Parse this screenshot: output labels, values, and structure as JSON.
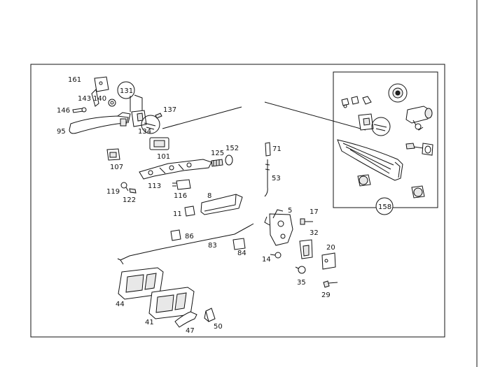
{
  "callouts": {
    "c161": "161",
    "c143": "143",
    "c140": "140",
    "c131": "131",
    "c146": "146",
    "c137": "137",
    "c95": "95",
    "c134": "134",
    "c101": "101",
    "c107": "107",
    "c125": "125",
    "c152": "152",
    "c71": "71",
    "c113": "113",
    "c53": "53",
    "c116": "116",
    "c119": "119",
    "c122": "122",
    "c8": "8",
    "c11": "11",
    "c5": "5",
    "c17": "17",
    "c86": "86",
    "c32": "32",
    "c83": "83",
    "c84": "84",
    "c20": "20",
    "c14": "14",
    "c35": "35",
    "c29": "29",
    "c44": "44",
    "c41": "41",
    "c47": "47",
    "c50": "50",
    "c158": "158"
  }
}
